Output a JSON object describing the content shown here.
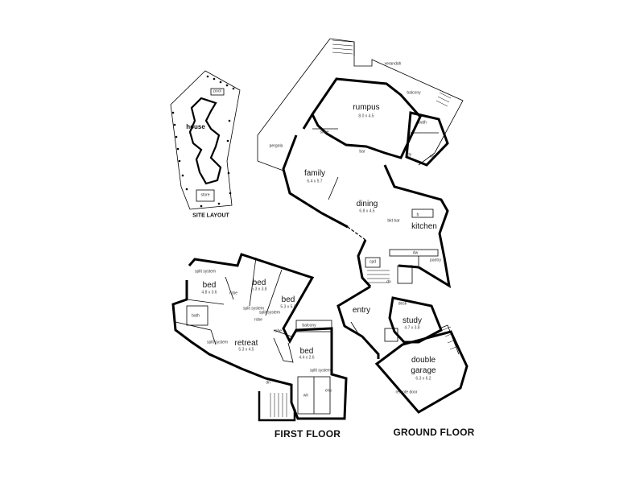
{
  "titles": {
    "site_layout": "SITE LAYOUT",
    "first_floor": "FIRST FLOOR",
    "ground_floor": "GROUND FLOOR"
  },
  "site": {
    "house": "house",
    "pool": "pool",
    "store": "store"
  },
  "ground": {
    "verandah": "verandah",
    "balcony": "balcony",
    "rumpus": {
      "name": "rumpus",
      "dim": "8.0 x 4.5"
    },
    "store": "store",
    "bath": "bath",
    "ldy": "ldy",
    "pergola": "pergola",
    "bar": "bar",
    "wc": "wc",
    "family": {
      "name": "family",
      "dim": "6.4 x 5.7"
    },
    "dining": {
      "name": "dining",
      "dim": "6.8 x 4.5"
    },
    "kitchen": "kitchen",
    "bkt_bar": "bkt bar",
    "pantry": "pantry",
    "dw": "dw",
    "fr": "fr",
    "entry": "entry",
    "study": {
      "name": "study",
      "dim": "4.7 x 3.8"
    },
    "desk": "desk",
    "cpd": "cpd",
    "double_garage": {
      "line1": "double",
      "line2": "garage",
      "dim": "6.3 x 6.2"
    },
    "remote_door": "remote door",
    "dn": "dn"
  },
  "first": {
    "bed1": {
      "name": "bed",
      "dim": "4.8 x 3.6"
    },
    "bed2": {
      "name": "bed",
      "dim": "5.3 x 3.8"
    },
    "bed3": {
      "name": "bed",
      "dim": "5.3 x 5.0"
    },
    "bed4": {
      "name": "bed",
      "dim": "4.4 x 2.6"
    },
    "retreat": {
      "name": "retreat",
      "dim": "5.3 x 4.5"
    },
    "bath": "bath",
    "balcony": "balcony",
    "split_system": "split system",
    "robe": "robe",
    "wir": "wir",
    "ens": "ens",
    "dn": "dn"
  }
}
